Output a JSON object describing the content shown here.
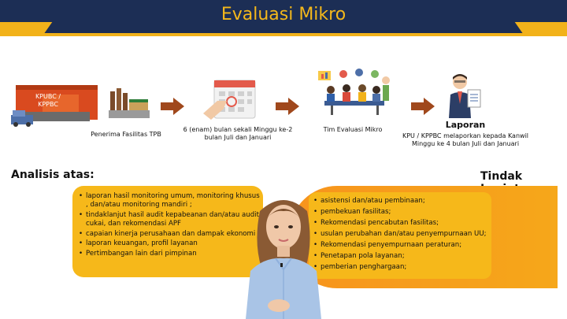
{
  "header": {
    "title": "Evaluasi Mikro"
  },
  "flow": {
    "steps": [
      {
        "icon": "building-icon",
        "box_text": "KPUBC / KPPBC",
        "label": "Penerima Fasilitas TPB"
      },
      {
        "icon": "calendar-icon",
        "label": "6 (enam) bulan sekali Minggu ke-2 bulan Juli dan Januari"
      },
      {
        "icon": "team-meeting-icon",
        "label": "Tim Evaluasi Mikro"
      },
      {
        "icon": "presenter-report-icon",
        "title": "Laporan",
        "label": "KPU / KPPBC melaporkan kepada Kanwil Minggu ke 4 bulan Juli dan Januari"
      }
    ]
  },
  "analisis": {
    "title": "Analisis atas:",
    "items": [
      "laporan hasil monitoring umum, monitoring khusus , dan/atau monitoring mandiri ;",
      "tindaklanjut hasil audit kepabeanan dan/atau audit cukai, dan rekomendasi APF",
      "capaian kinerja perusahaan dan dampak ekonomi",
      "laporan keuangan, profil layanan",
      "Pertimbangan lain dari pimpinan"
    ]
  },
  "tindak_lanjut": {
    "title": "Tindak Lanjut:",
    "items": [
      "asistensi dan/atau pembinaan;",
      "pembekuan fasilitas;",
      "Rekomendasi pencabutan fasilitas;",
      "usulan perubahan dan/atau penyempurnaan UU;",
      "Rekomendasi penyempurnaan peraturan;",
      "Penetapan pola layanan;",
      "pemberian penghargaan;"
    ]
  },
  "colors": {
    "navy": "#1c2e55",
    "gold": "#f4b81b",
    "orange": "#f7941d",
    "arrow": "#a0481c"
  }
}
